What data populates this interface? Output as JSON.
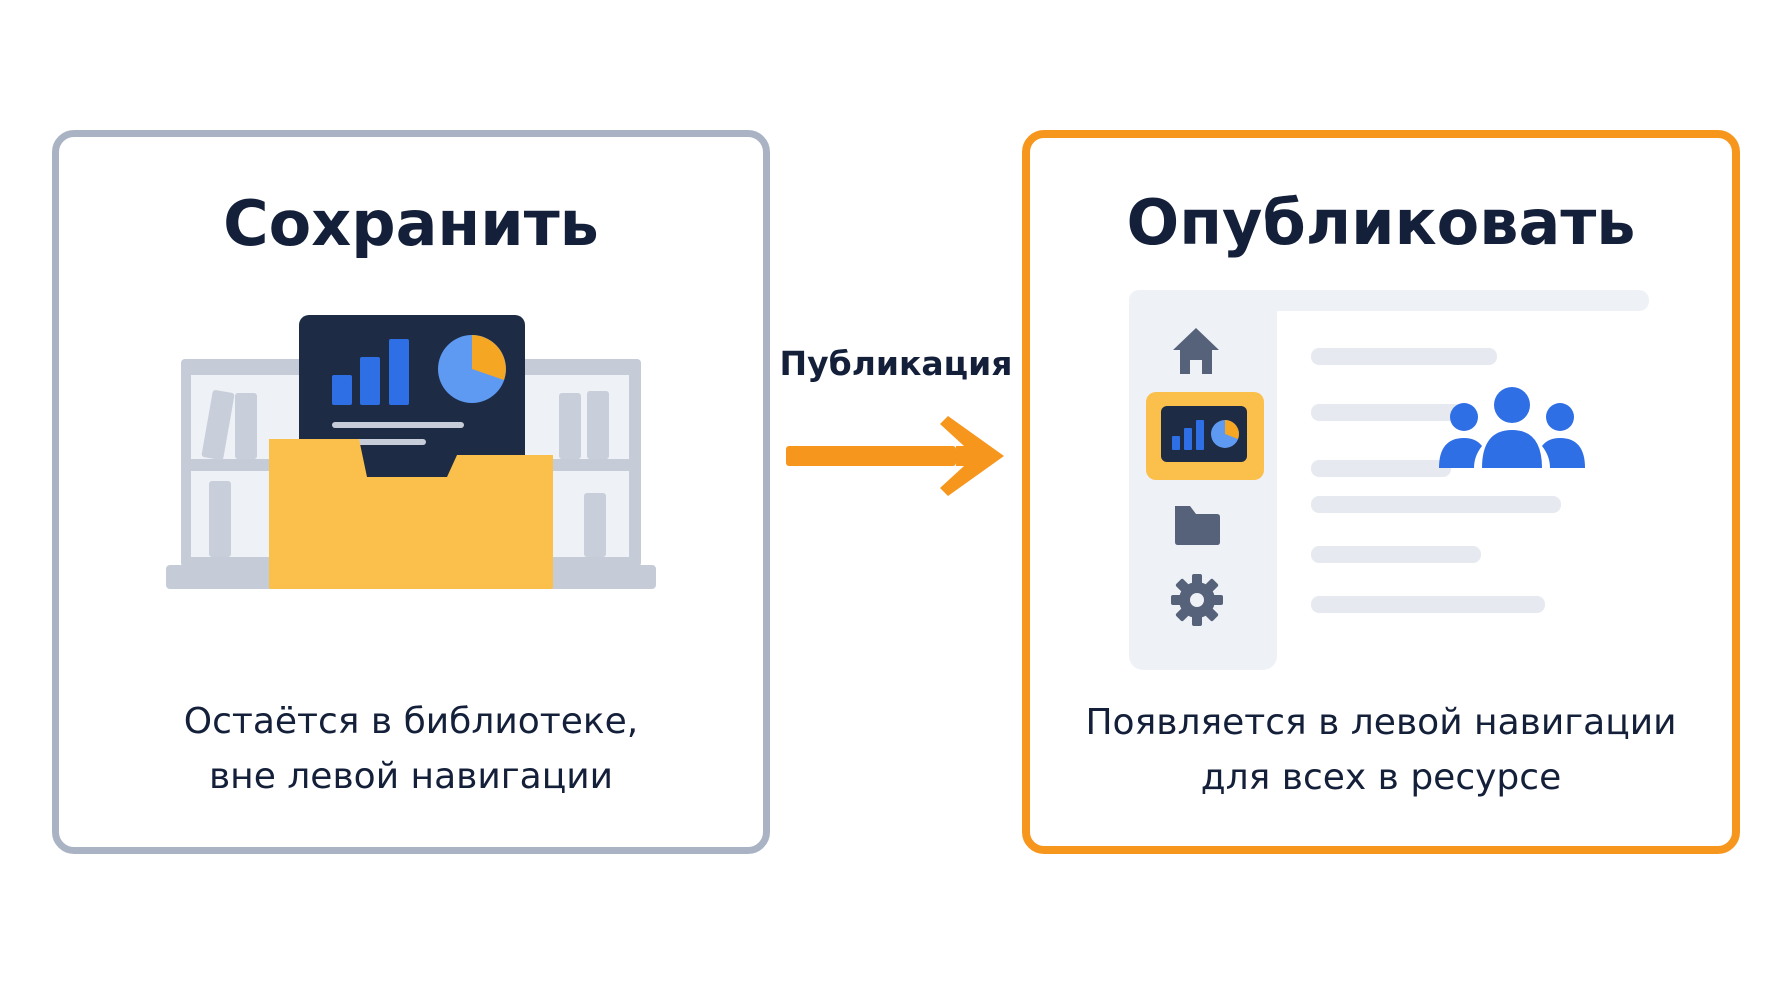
{
  "save_panel": {
    "title": "Сохранить",
    "caption_line1": "Остаётся в библиотеке,",
    "caption_line2": "вне левой навигации"
  },
  "transition": {
    "label": "Публикация"
  },
  "publish_panel": {
    "title": "Опубликовать",
    "caption_line1": "Появляется в левой навигации",
    "caption_line2": "для всех в ресурсе",
    "nav_icons": [
      "home-icon",
      "report-icon",
      "folder-icon",
      "gear-icon"
    ],
    "content_icon": "users-group-icon"
  },
  "colors": {
    "save_border": "#a9b3c4",
    "publish_border": "#f7961d",
    "arrow": "#f7961d",
    "folder": "#fbbf4c",
    "dark_card": "#1d2b45",
    "chart_blue": "#2f6fe6",
    "pie_orange": "#f5a623",
    "title_text": "#14203a"
  }
}
